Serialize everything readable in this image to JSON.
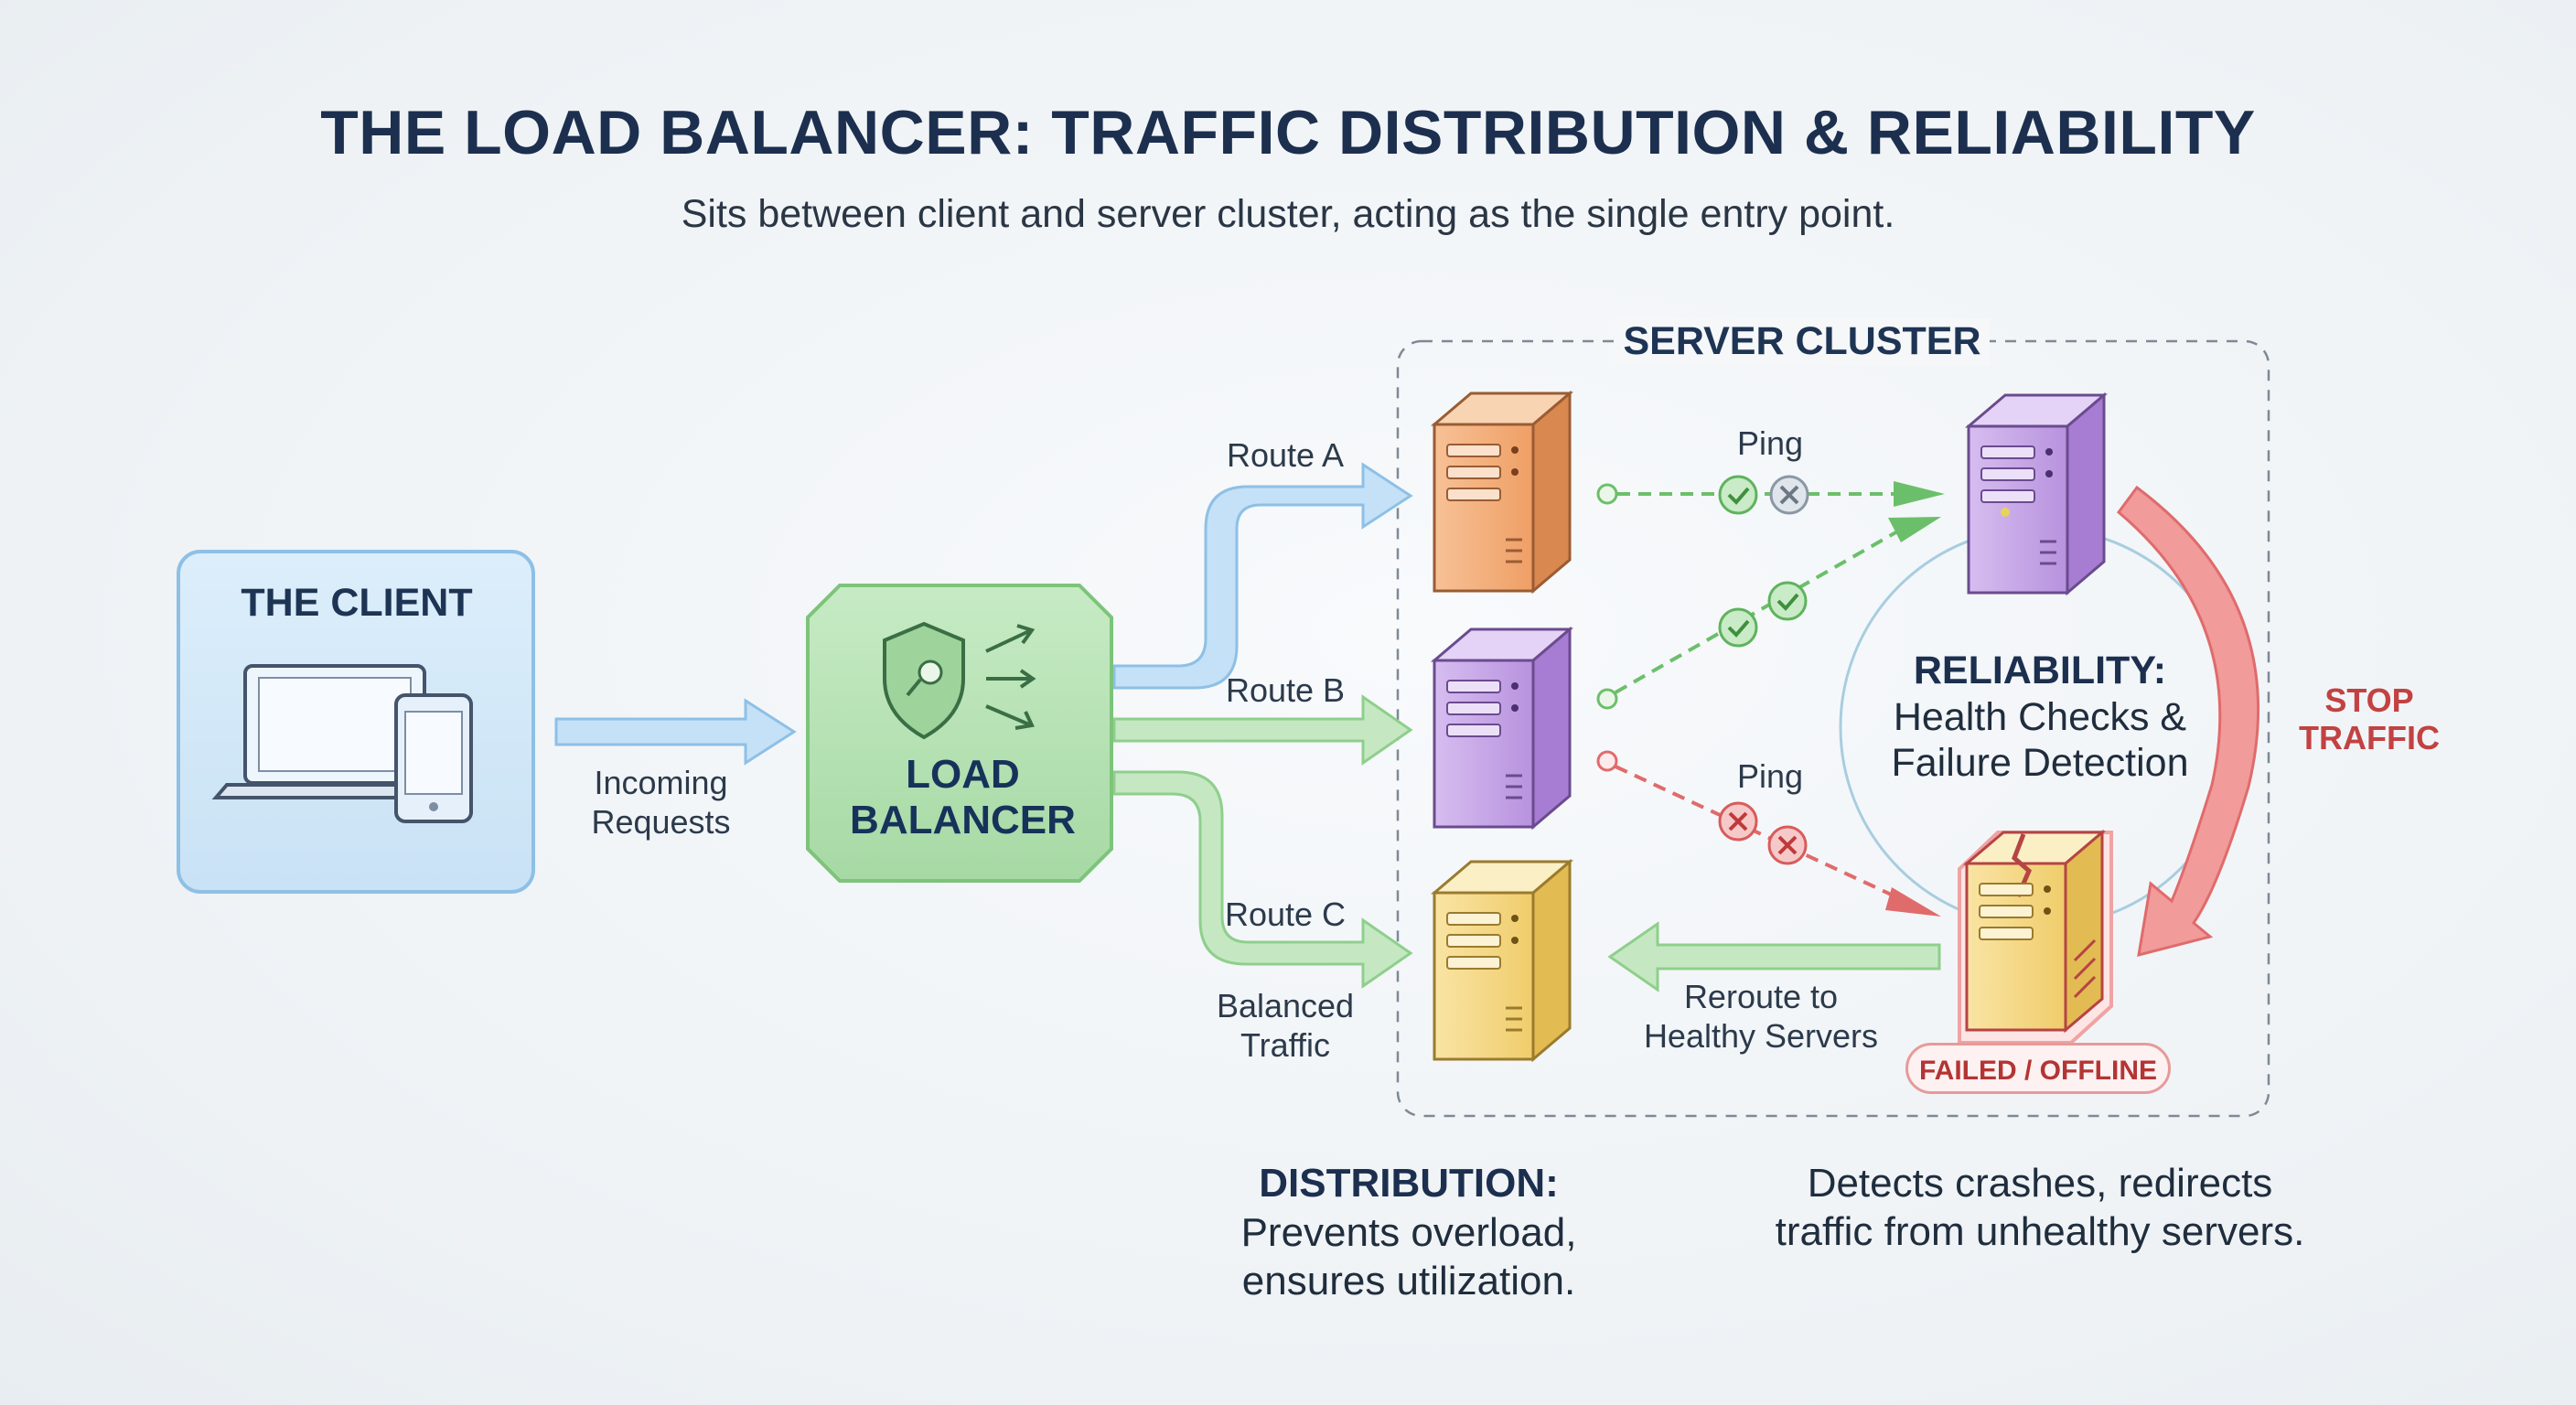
{
  "title": "THE LOAD BALANCER: TRAFFIC DISTRIBUTION & RELIABILITY",
  "subtitle": "Sits between client and server cluster, acting as the single entry point.",
  "client": {
    "label": "THE CLIENT",
    "devices": [
      "laptop-icon",
      "phone-icon"
    ]
  },
  "incoming_label": "Incoming\nRequests",
  "load_balancer": {
    "label": "LOAD\nBALANCER",
    "icon": "shield-key-icon"
  },
  "routes": {
    "a": "Route A",
    "b": "Route B",
    "c": "Route C"
  },
  "balanced_label": "Balanced\nTraffic",
  "cluster": {
    "title": "SERVER CLUSTER",
    "ping_top": "Ping",
    "ping_bottom": "Ping",
    "reroute_label": "Reroute to\nHealthy Servers",
    "failed_badge": "FAILED / OFFLINE"
  },
  "reliability": {
    "title": "RELIABILITY:",
    "body": "Health Checks &\nFailure Detection"
  },
  "stop_traffic": "STOP\nTRAFFIC",
  "distribution": {
    "title": "DISTRIBUTION:",
    "body": "Prevents overload,\nensures utilization."
  },
  "detect_text": "Detects crashes, redirects\ntraffic from unhealthy servers.",
  "colors": {
    "client": "#d6e8f7",
    "load_balancer": "#b8e3b8",
    "server_orange": "#f3b07a",
    "server_purple": "#c7a6e6",
    "server_yellow": "#f5d880",
    "healthy": "#7cc87a",
    "failure": "#e36a6a",
    "route_blue": "#a9d3f0",
    "route_green": "#a8dba6"
  }
}
